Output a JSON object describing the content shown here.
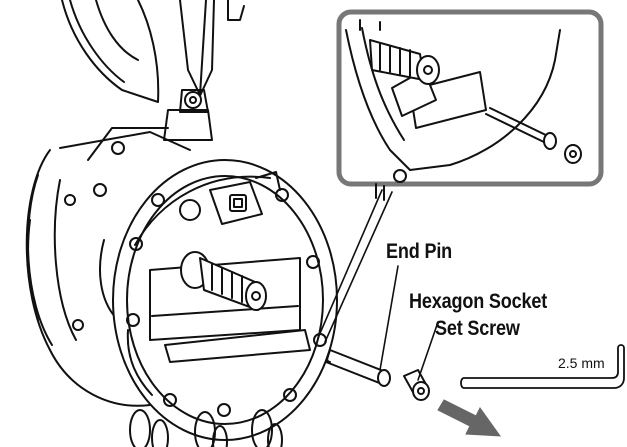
{
  "labels": {
    "end_pin": "End Pin",
    "hex_line1": "Hexagon Socket",
    "hex_line2": "Set Screw",
    "wrench_size": "2.5 mm"
  },
  "colors": {
    "line": "#111111",
    "arrow": "#666666",
    "callout_border": "#777777",
    "background": "#ffffff"
  }
}
